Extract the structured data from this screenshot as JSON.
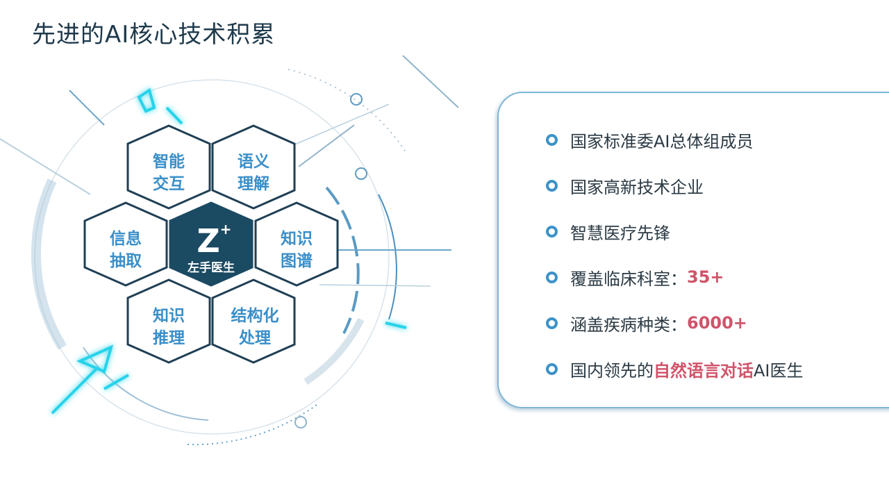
{
  "title": "先进的AI核心技术积累",
  "logo": {
    "mark": "Z",
    "plus": "+",
    "name": "左手医生"
  },
  "hexagons": [
    {
      "line1": "智能",
      "line2": "交互"
    },
    {
      "line1": "语义",
      "line2": "理解"
    },
    {
      "line1": "信息",
      "line2": "抽取"
    },
    {
      "line1": "知识",
      "line2": "图谱"
    },
    {
      "line1": "知识",
      "line2": "推理"
    },
    {
      "line1": "结构化",
      "line2": "处理"
    }
  ],
  "features": [
    {
      "text": "国家标准委AI总体组成员",
      "highlight": "",
      "suffix": ""
    },
    {
      "text": "国家高新技术企业",
      "highlight": "",
      "suffix": ""
    },
    {
      "text": "智慧医疗先锋",
      "highlight": "",
      "suffix": ""
    },
    {
      "text": "覆盖临床科室：",
      "highlight": "35+",
      "suffix": ""
    },
    {
      "text": "涵盖疾病种类：",
      "highlight": "6000+",
      "suffix": ""
    },
    {
      "text": "国内领先的",
      "highlight": "自然语言对话",
      "suffix": "AI医生"
    }
  ],
  "colors": {
    "accent": "#3c92c8",
    "highlight": "#d0546a",
    "hex_center": "#1b4a63",
    "cyan": "#27d3ea"
  }
}
